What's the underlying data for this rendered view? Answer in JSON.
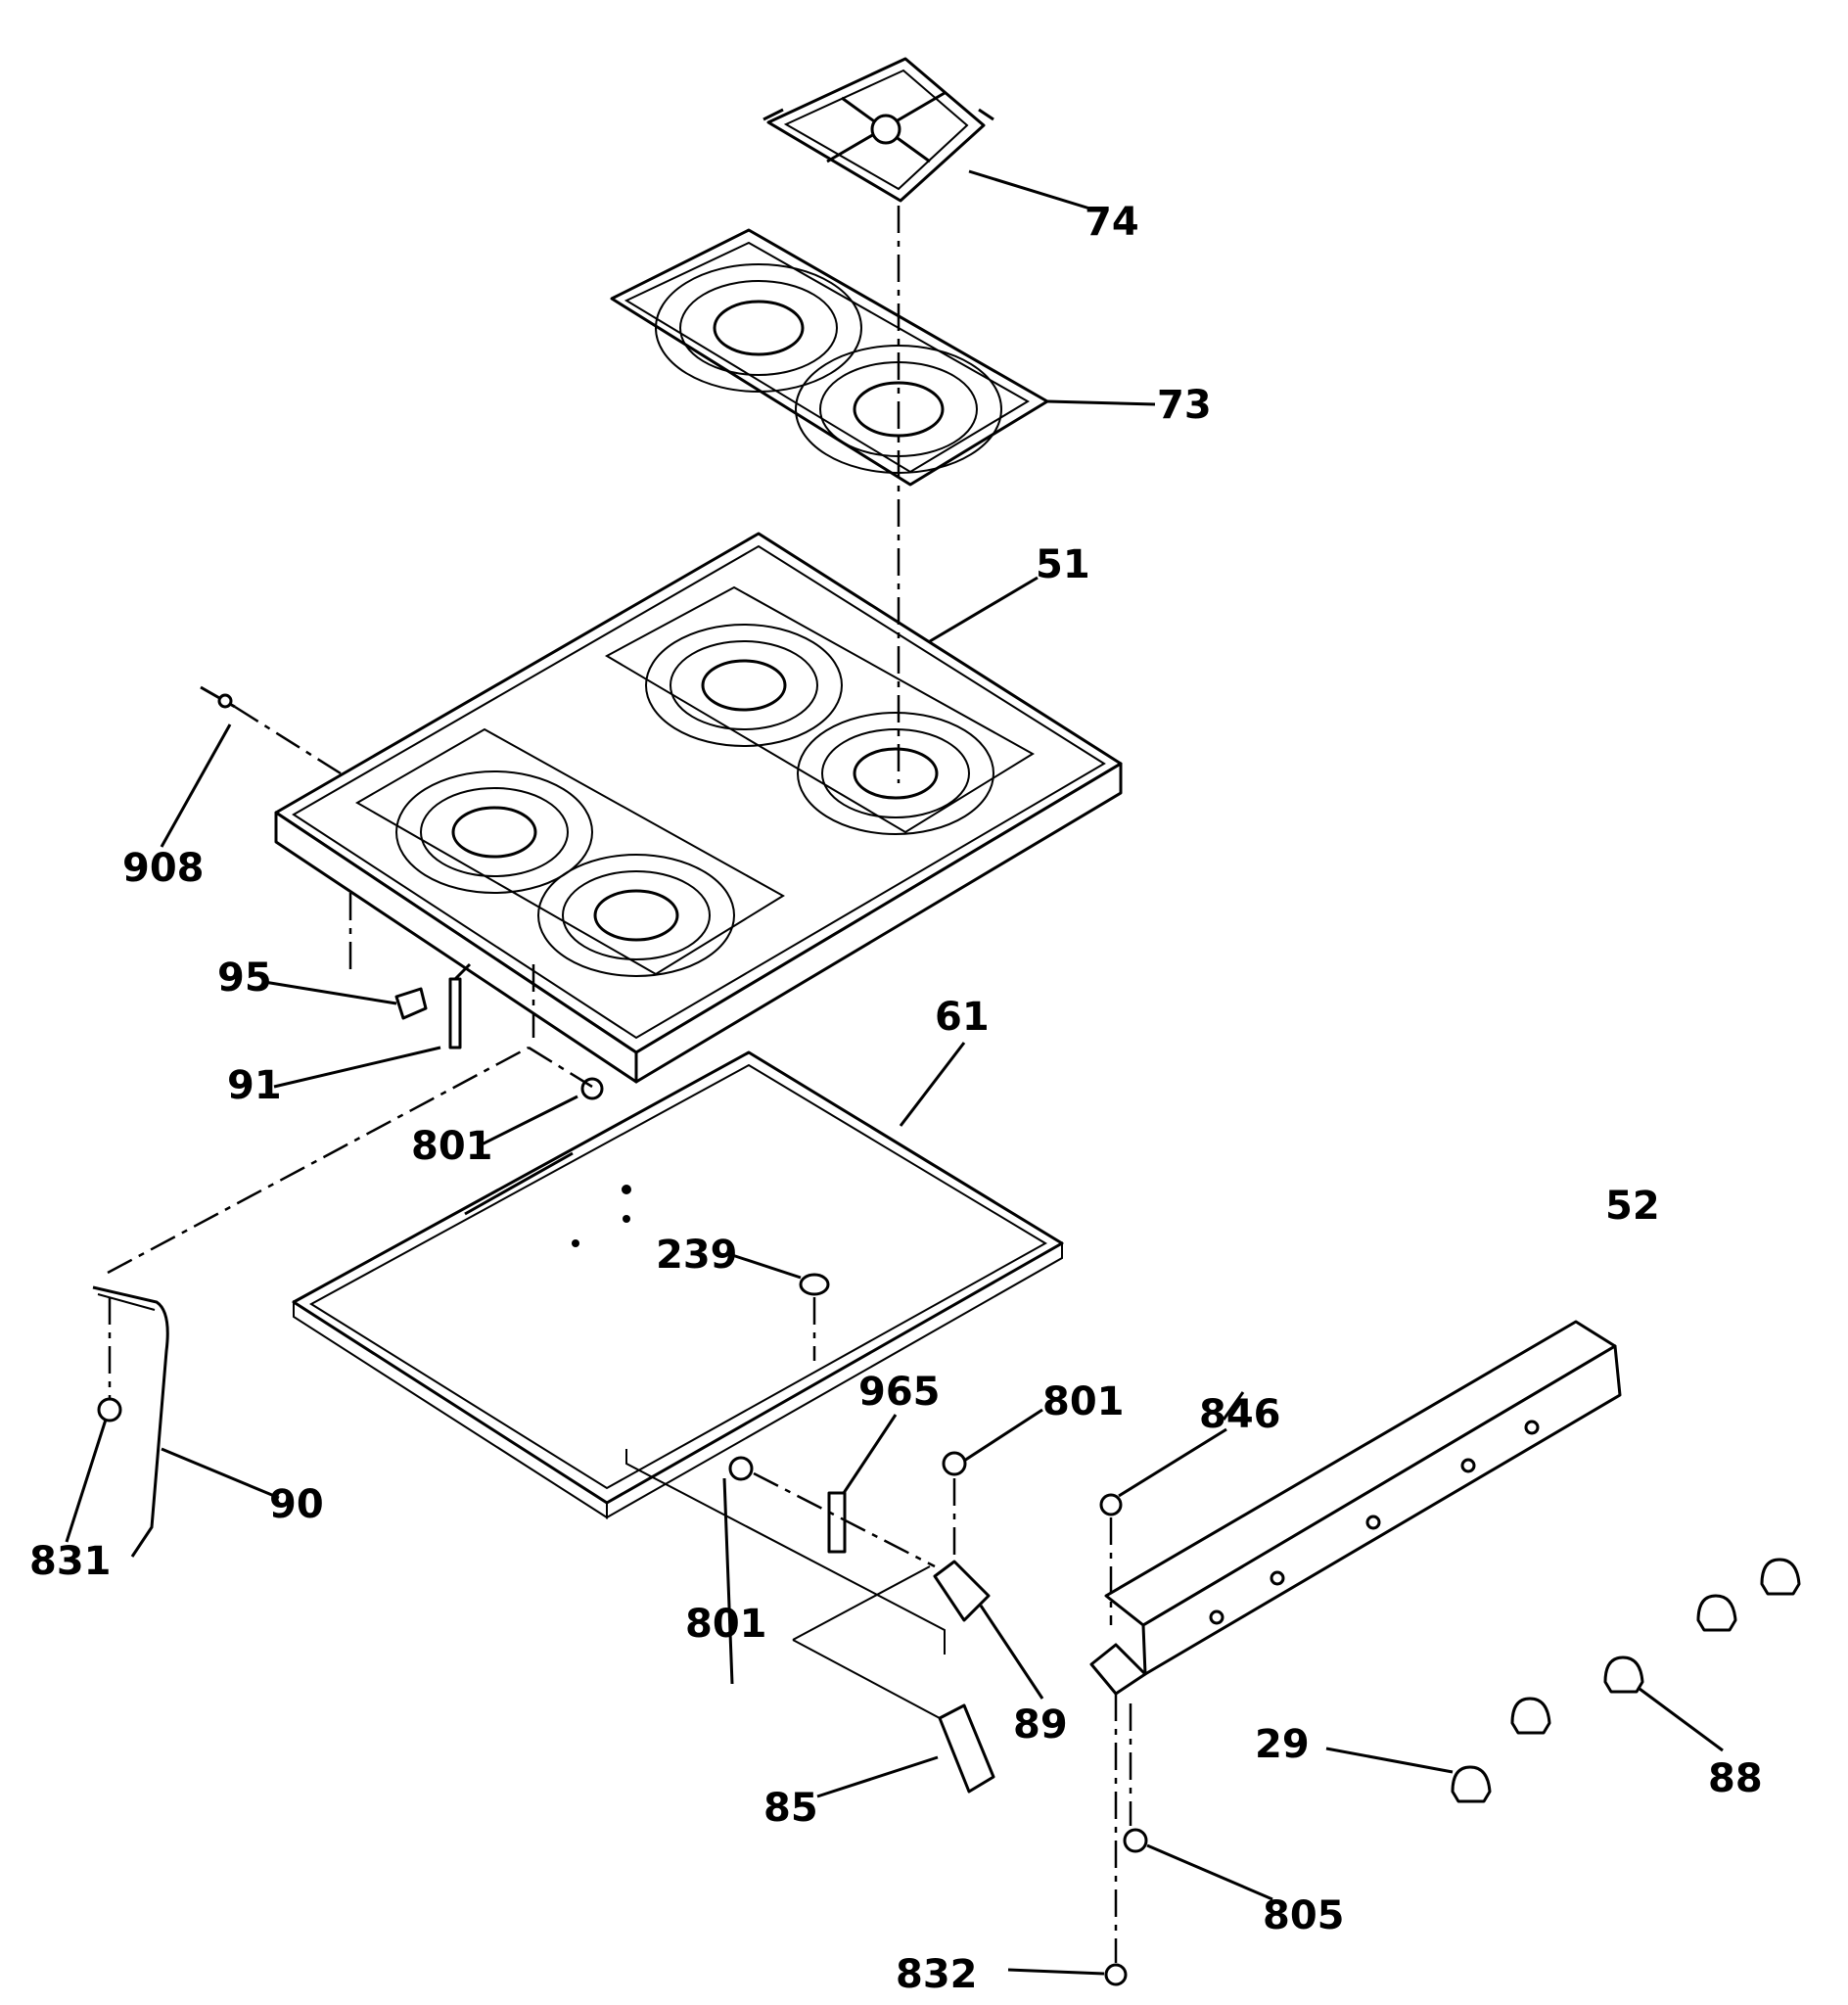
{
  "labels": {
    "grate": "74",
    "small_top": "73",
    "main_top": "51",
    "screw_908": "908",
    "clip_95": "95",
    "rod_91": "91",
    "screw_801_a": "801",
    "panel_61": "61",
    "plug_239": "239",
    "rod_90": "90",
    "screw_831": "831",
    "bracket_965": "965",
    "screw_801_b": "801",
    "screw_801_c": "801",
    "hinge_89": "89",
    "clip_85": "85",
    "manifold_52": "52",
    "screw_846": "846",
    "knob_29": "29",
    "knob_88": "88",
    "screw_805": "805",
    "screw_832": "832"
  }
}
